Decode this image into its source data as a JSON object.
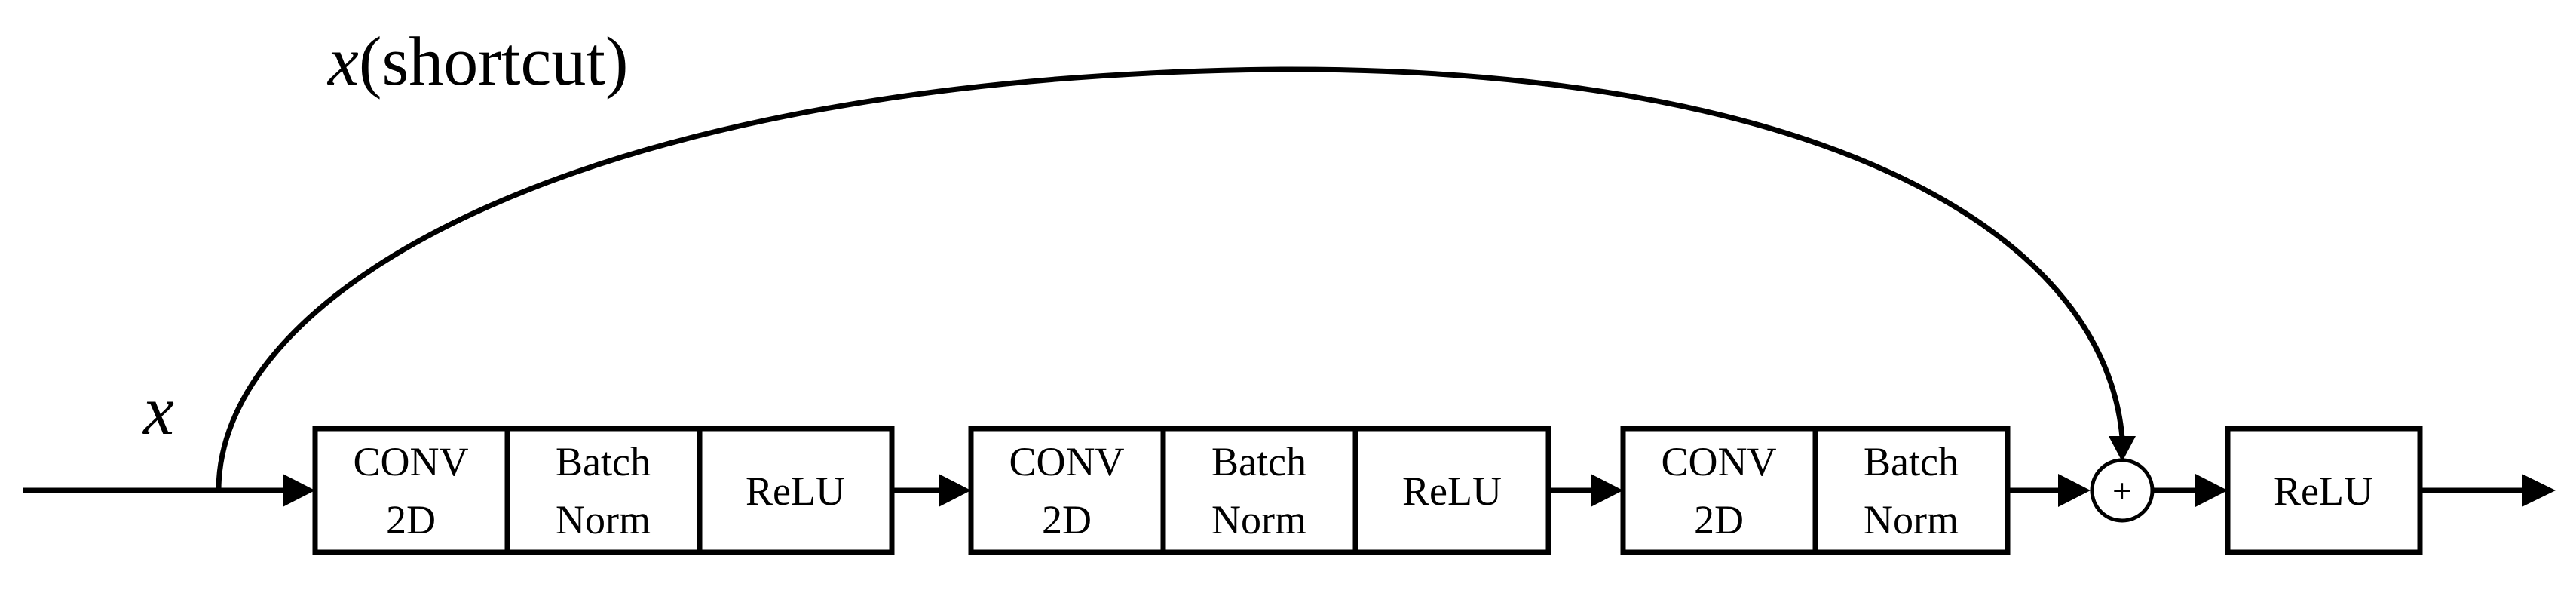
{
  "input_label": "x",
  "shortcut": {
    "var": "x",
    "label": "(shortcut)"
  },
  "block1": {
    "conv_line1": "CONV",
    "conv_line2": "2D",
    "bn_line1": "Batch",
    "bn_line2": "Norm",
    "relu": "ReLU"
  },
  "block2": {
    "conv_line1": "CONV",
    "conv_line2": "2D",
    "bn_line1": "Batch",
    "bn_line2": "Norm",
    "relu": "ReLU"
  },
  "block3": {
    "conv_line1": "CONV",
    "conv_line2": "2D",
    "bn_line1": "Batch",
    "bn_line2": "Norm"
  },
  "add_symbol": "+",
  "final": {
    "relu": "ReLU"
  },
  "colors": {
    "stroke": "#000000",
    "background": "#ffffff"
  }
}
